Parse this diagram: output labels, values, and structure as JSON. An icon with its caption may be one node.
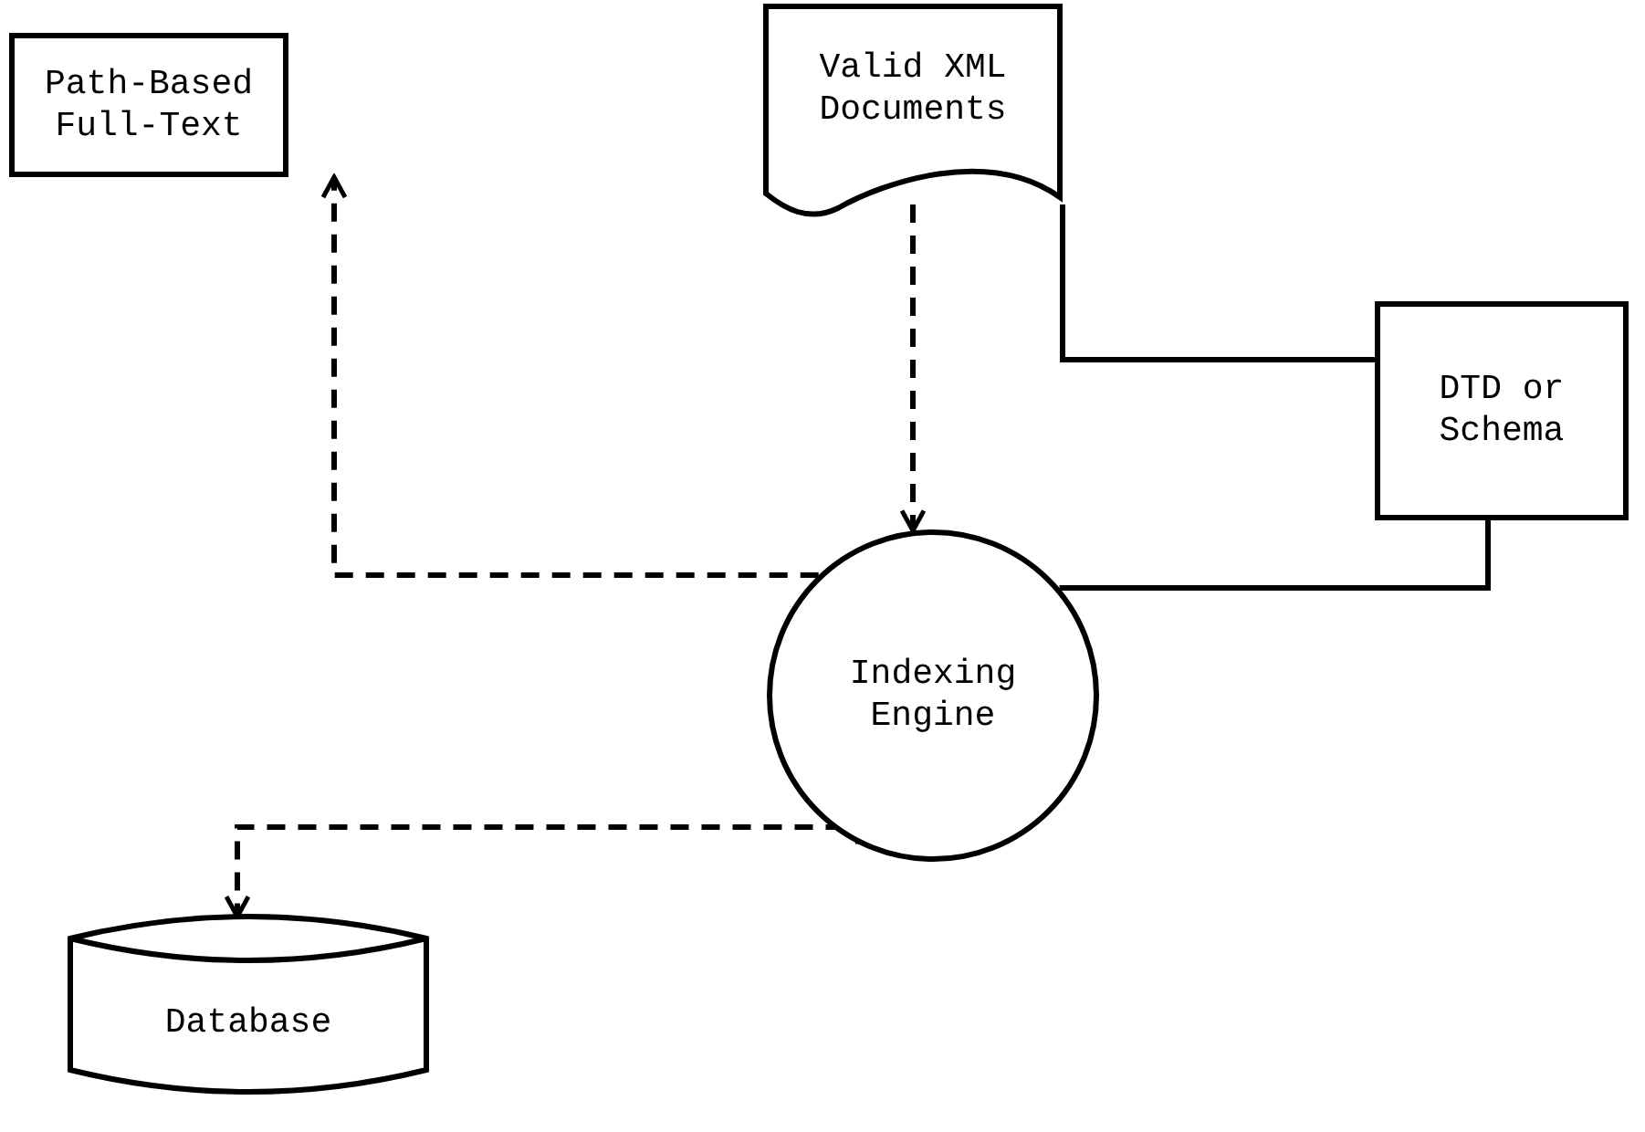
{
  "diagram": {
    "nodes": [
      {
        "text": [
          "Path-Based Full-Text"
        ]
      },
      {
        "text": [
          "Valid XML Documents"
        ]
      },
      {
        "text": [
          "DTD or Schema"
        ]
      },
      {
        "text": [
          "Indexing Engine"
        ]
      },
      {
        "text": [
          "Database"
        ]
      }
    ],
    "edges": [
      {
        "from": 3,
        "to": 0,
        "arrow": "to",
        "style": "dashed"
      },
      {
        "from": 1,
        "to": 3,
        "arrow": "to",
        "style": "dashed"
      },
      {
        "from": 1,
        "to": 2,
        "arrow": "none"
      },
      {
        "from": 2,
        "to": 3,
        "arrow": "none"
      },
      {
        "from": 3,
        "to": 4,
        "arrow": "to",
        "style": "dashed"
      }
    ]
  }
}
